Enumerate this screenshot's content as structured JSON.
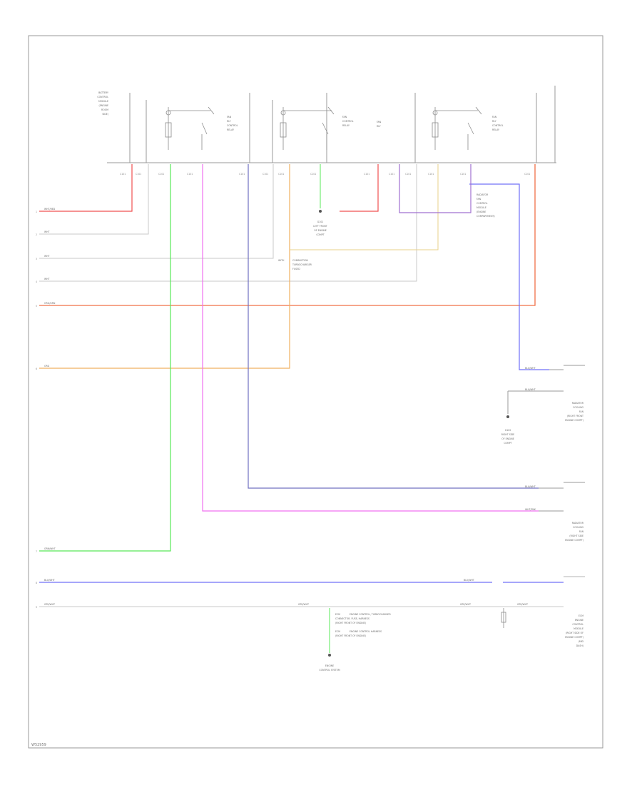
{
  "diagram": {
    "footer_code": "W52959",
    "colors": {
      "red": "#f05050",
      "gray": "#b8b8b8",
      "yellow": "#ead08a",
      "orange_red": "#f07048",
      "orange": "#f0b060",
      "green": "#58e858",
      "pink": "#f070f0",
      "violet": "#7070f8",
      "purple": "#a070d0"
    },
    "pin_numbers": [
      "1",
      "2",
      "3",
      "4",
      "5",
      "6",
      "7",
      "8",
      "9"
    ],
    "wire_labels": {
      "red_left": "WHT/RED",
      "gray_1": "WHT",
      "gray_2": "WHT",
      "gray_3": "WHT",
      "orange_red": "ORG/GRN",
      "orange": "ORG",
      "green": "GRN/WHT",
      "violet": "BLU/WHT",
      "violet_2": "BLU/WHT",
      "gray_bottom": "GRY/WHT",
      "gray_bottom_2": "GRY/WHT",
      "gray_bottom_3": "GRY/WHT",
      "gray_bottom_4": "GRY/WHT",
      "violet_r1": "BLU/WHT",
      "gray_r1": "BLU/WHT",
      "violet_r2": "BLU/WHT",
      "pink_r": "WHT/PNK"
    },
    "top_left_label": [
      "BATTERY",
      "CONTROL",
      "MODULE",
      "(ENGINE",
      "ROOM",
      "SIDE)"
    ],
    "relay_labels": {
      "r1": [
        "FAN",
        "RLY",
        "CONTROL",
        "RELAY"
      ],
      "r2": [
        "FAN",
        "CONTROL",
        "RELAY"
      ],
      "r2b": [
        "FAN",
        "RLY"
      ],
      "r3": [
        "FAN",
        "RLY",
        "CONTROL",
        "RELAY"
      ]
    },
    "ground_labels": {
      "g1": [
        "G101",
        "LEFT FRONT",
        "OF ENGINE",
        "COMPT"
      ],
      "g2": [
        "G102",
        "RIGHT SIDE",
        "OF ENGINE",
        "COMPT"
      ],
      "g3": [
        "ENGINE",
        "CONTROL SYSTEM"
      ]
    },
    "component_labels": {
      "fan_motor": [
        "RADIATOR",
        "FAN",
        "CONTROL",
        "MODULE",
        "(ENGINE",
        "COMPARTMENT)"
      ],
      "note_mid": [
        "WITH",
        "COMBUSTION",
        "TURBOCHARGER",
        "FUSED"
      ],
      "rad_fan_1": [
        "RADIATOR",
        "COOLING",
        "FAN",
        "(RIGHT FRONT",
        "ENGINE COMPT)"
      ],
      "rad_fan_2": [
        "RADIATOR",
        "COOLING",
        "FAN",
        "(RIGHT SIDE",
        "ENGINE COMPT)"
      ],
      "ecm": [
        "ECM",
        "ENGINE",
        "CONTROL",
        "MODULE",
        "(RIGHT SIDE OF",
        "ENGINE COMPT)",
        "(MID",
        "DASH)"
      ],
      "bottom_note": [
        "ECM",
        "ENGINE CONTROL, TURBOCHARGER",
        "CONNECTOR, FUSE, HARNESS",
        "(RIGHT FRONT OF ENGINE)",
        "ECM",
        "ENGINE CONTROL HARNESS",
        "(RIGHT FRONT OF ENGINE)"
      ]
    }
  }
}
